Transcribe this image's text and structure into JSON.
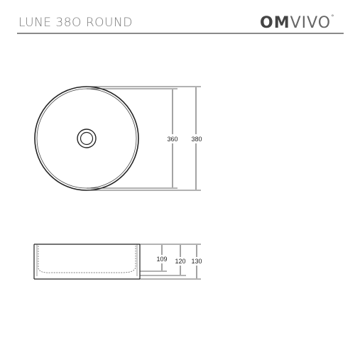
{
  "header": {
    "title": "LUNE 38O ROUND",
    "brand_bold": "OM",
    "brand_thin": "VIVO"
  },
  "top_view": {
    "inner_diameter_label": "360",
    "outer_diameter_label": "380"
  },
  "side_view": {
    "inner_depth_label": "109",
    "bowl_height_label": "120",
    "overall_height_label": "130"
  }
}
